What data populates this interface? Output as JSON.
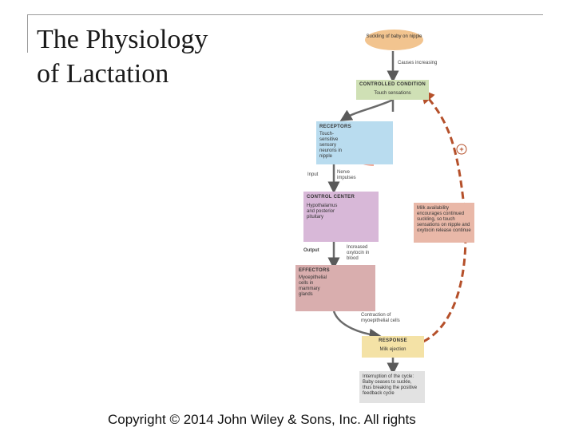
{
  "title": {
    "line1": "The Physiology",
    "line2": "of Lactation"
  },
  "diagram": {
    "stimulus": "Suckling of baby on nipple",
    "causes": "Causes increasing",
    "controlled_condition": {
      "header": "CONTROLLED CONDITION",
      "text": "Touch sensations"
    },
    "receptors": {
      "header": "RECEPTORS",
      "text": "Touch-sensitive sensory neurons in nipple"
    },
    "input_label": "Input",
    "input_text": "Nerve impulses",
    "control_center": {
      "header": "CONTROL CENTER",
      "text": "Hypothalamus and posterior pituitary"
    },
    "output_label": "Output",
    "output_text": "Increased oxytocin in blood",
    "effectors": {
      "header": "EFFECTORS",
      "text": "Myoepithelial cells in mammary glands"
    },
    "contraction_text": "Contraction of myoepithelial cells",
    "response": {
      "header": "RESPONSE",
      "text": "Milk ejection"
    },
    "interruption_text": "Interruption of the cycle: Baby ceases to suckle, thus breaking the positive feedback cycle",
    "feedback_text": "Milk availability encourages continued suckling, so touch sensations on nipple and oxytocin release continue",
    "plus_sign": "+"
  },
  "copyright": "Copyright © 2014 John Wiley & Sons, Inc. All rights"
}
